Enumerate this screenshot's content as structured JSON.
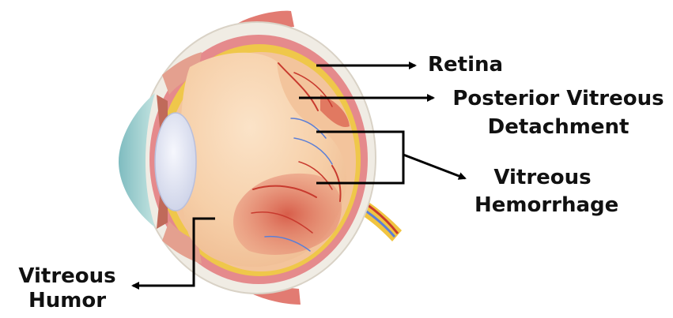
{
  "labels": {
    "retina": "Retina",
    "pvd_line1": "Posterior Vitreous",
    "pvd_line2": "Detachment",
    "hem_line1": "Vitreous",
    "hem_line2": "Hemorrhage",
    "humor_line1": "Vitreous",
    "humor_line2": "Humor"
  },
  "colors": {
    "sclera": "#f0ece4",
    "choroid": "#e58a8c",
    "retina": "#efc74a",
    "vitreous": "#f6cfa8",
    "lens": "#dfe3f2",
    "cornea": "#9fd0cf",
    "hemorrhage": "#d85a48",
    "vessel_red": "#c83a2e",
    "vessel_blue": "#5c7fd6",
    "muscle": "#e27b72",
    "optic_nerve": "#f1c440",
    "arrow": "#000000"
  }
}
